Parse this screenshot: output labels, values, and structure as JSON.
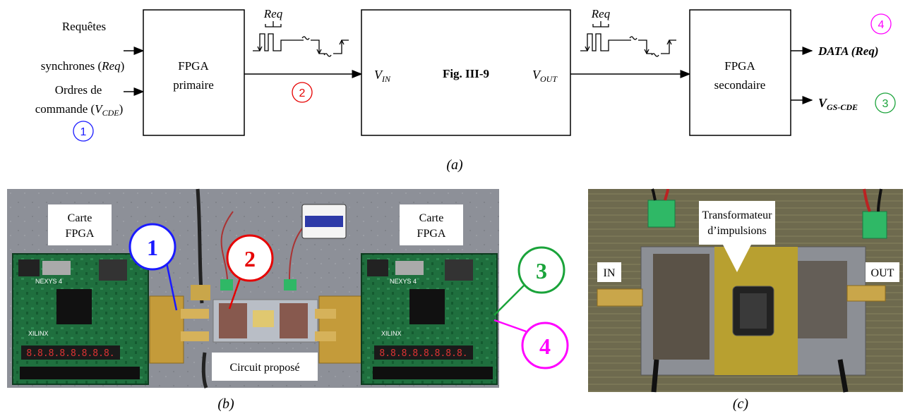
{
  "diagram": {
    "inputs": {
      "req_line1": "Requêtes",
      "req_line2_prefix": "synchrones (",
      "req_line2_italic": "Req",
      "req_line2_suffix": ")",
      "cmd_line1": "Ordres de",
      "cmd_line2_prefix": "commande (",
      "cmd_line2_italic": "V",
      "cmd_line2_sub": "CDE",
      "cmd_line2_suffix": ")"
    },
    "blocks": {
      "fpga_primary_line1": "FPGA",
      "fpga_primary_line2": "primaire",
      "center_title": "Fig. III-9",
      "vin": "V",
      "vin_sub": "IN",
      "vout": "V",
      "vout_sub": "OUT",
      "fpga_secondary_line1": "FPGA",
      "fpga_secondary_line2": "secondaire"
    },
    "waveform_label": "Req",
    "outputs": {
      "data_label": "DATA (Req)",
      "vgs_main": "V",
      "vgs_sub": "GS-CDE"
    },
    "markers": [
      "1",
      "2",
      "3",
      "4"
    ],
    "marker_colors": {
      "1": "#1a1aff",
      "2": "#e60000",
      "3": "#1aa33a",
      "4": "#ff00ff"
    }
  },
  "captions": {
    "a": "(a)",
    "b": "(b)",
    "c": "(c)"
  },
  "photo_b": {
    "card_left_line1": "Carte",
    "card_left_line2": "FPGA",
    "card_right_line1": "Carte",
    "card_right_line2": "FPGA",
    "circuit_label": "Circuit proposé",
    "callouts": [
      "1",
      "2",
      "3",
      "4"
    ],
    "board_brand": "XILINX",
    "board_model": "NEXYS 4"
  },
  "photo_c": {
    "title_line1": "Transformateur",
    "title_line2": "d’impulsions",
    "in_label": "IN",
    "out_label": "OUT"
  }
}
